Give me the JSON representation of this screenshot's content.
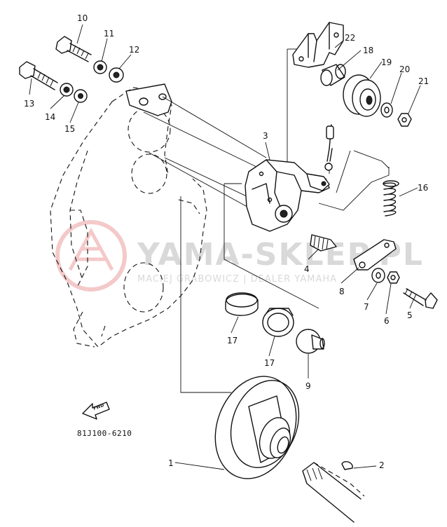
{
  "diagram": {
    "drawing_code": "81J100-6210",
    "forward_label": "FWD",
    "watermark": {
      "title": "YAMA-SKLEP.PL",
      "subtitle": "MACIEJ GRABOWICZ | DEALER YAMAHA"
    },
    "part_numbers": {
      "p1": "1",
      "p2": "2",
      "p3": "3",
      "p4": "4",
      "p5": "5",
      "p6": "6",
      "p7": "7",
      "p8": "8",
      "p9": "9",
      "p10": "10",
      "p11": "11",
      "p12": "12",
      "p13": "13",
      "p14": "14",
      "p15": "15",
      "p16": "16",
      "p17a": "17",
      "p17b": "17",
      "p18": "18",
      "p19": "19",
      "p20": "20",
      "p21": "21",
      "p22": "22"
    }
  }
}
